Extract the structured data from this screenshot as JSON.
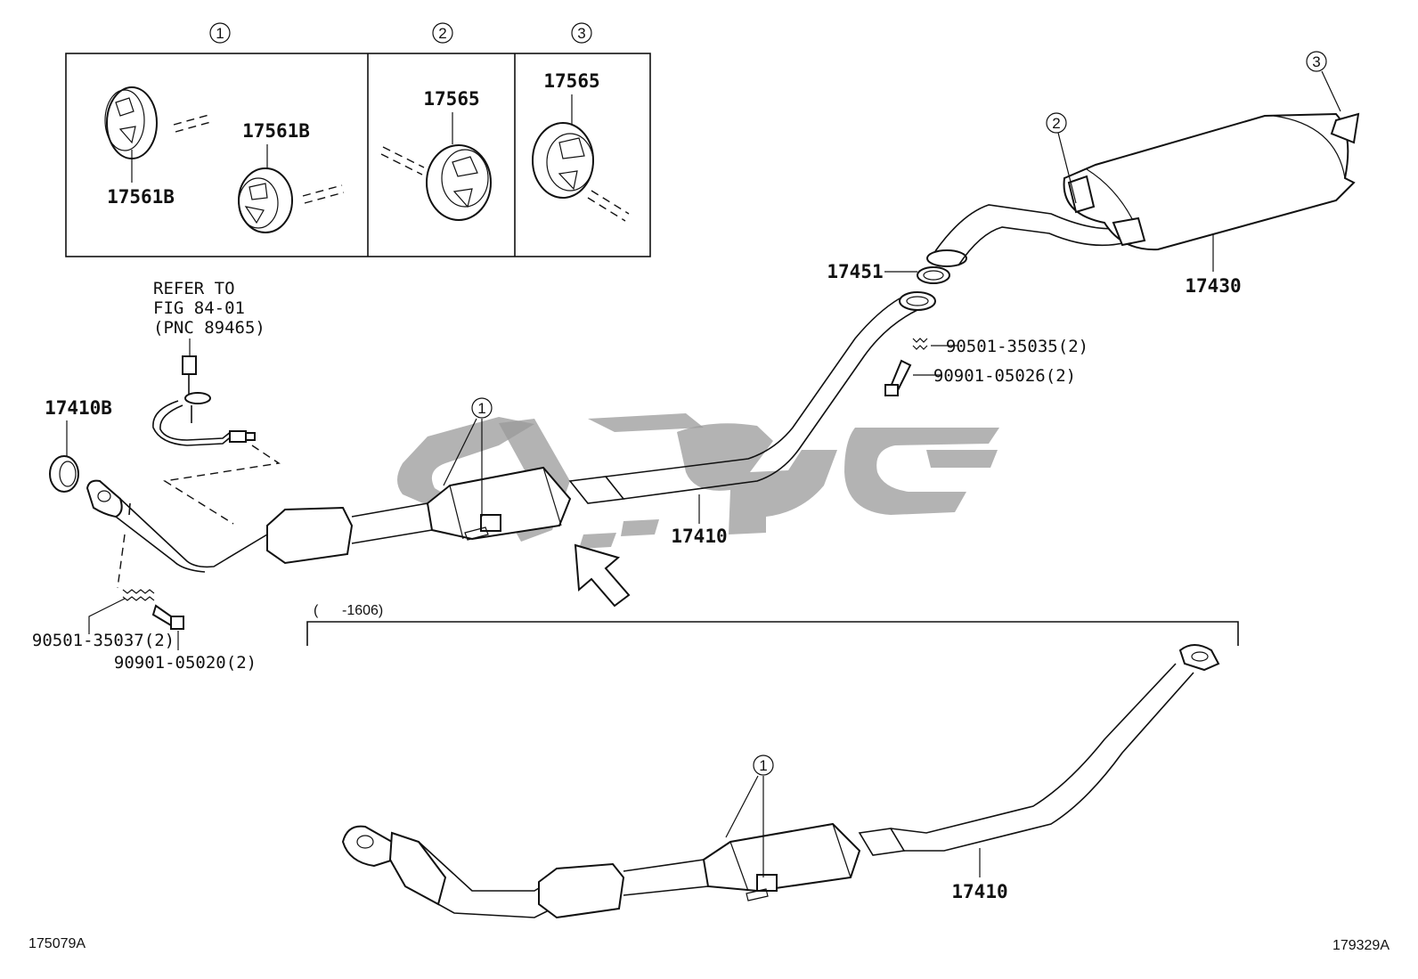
{
  "callouts": {
    "box1_header": "1",
    "box2_header": "2",
    "box3_header": "3",
    "muffler_ref2": "2",
    "muffler_ref3": "3",
    "upper_pipe_ref1": "1",
    "lower_pipe_ref1": "1"
  },
  "box1": {
    "part_a": "17561B",
    "part_b": "17561B"
  },
  "box2": {
    "part": "17565"
  },
  "box3": {
    "part": "17565"
  },
  "sensor_note": {
    "line1": "REFER TO",
    "line2": "FIG 84-01",
    "line3": "(PNC 89465)"
  },
  "parts": {
    "gasket_front": "17410B",
    "front_spring": "90501-35037(2)",
    "front_bolt": "90901-05020(2)",
    "upper_pipe": "17410",
    "gasket_rear": "17451",
    "rear_spring": "90501-35035(2)",
    "rear_bolt": "90901-05026(2)",
    "muffler": "17430",
    "lower_pipe": "17410"
  },
  "date_range": "(      -1606)",
  "footer": {
    "left_code": "175079A",
    "right_code": "179329A"
  },
  "colors": {
    "line": "#111111",
    "watermark": "#9a9a9a",
    "background": "#ffffff"
  }
}
